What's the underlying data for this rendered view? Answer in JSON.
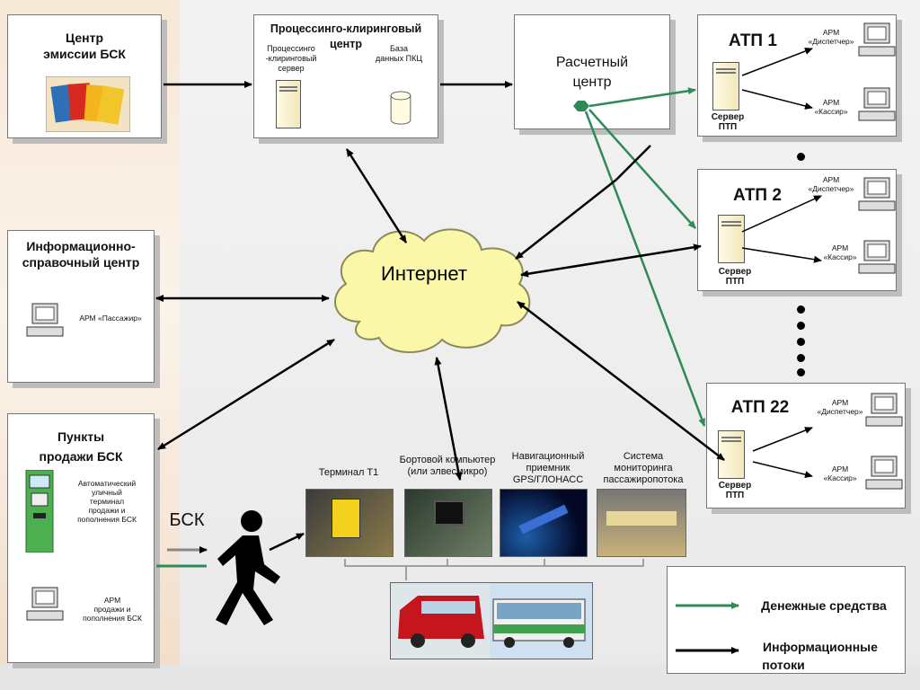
{
  "emission": {
    "title_line1": "Центр",
    "title_line2": "эмиссии БСК"
  },
  "processing": {
    "title_line1": "Процессинго-клиринговый",
    "title_line2": "центр",
    "server_label_1": "Процессинго",
    "server_label_2": "-клиринговый",
    "server_label_3": "сервер",
    "db_label_1": "База",
    "db_label_2": "данных ПКЦ"
  },
  "settlement": {
    "title_line1": "Расчетный",
    "title_line2": "центр"
  },
  "atp": [
    {
      "title": "АТП 1",
      "server_1": "Сервер",
      "server_2": "ПТП",
      "arm1_1": "АРМ",
      "arm1_2": "«Диспетчер»",
      "arm2_1": "АРМ",
      "arm2_2": "«Кассир»"
    },
    {
      "title": "АТП 2",
      "server_1": "Сервер",
      "server_2": "ПТП",
      "arm1_1": "АРМ",
      "arm1_2": "«Диспетчер»",
      "arm2_1": "АРМ",
      "arm2_2": "«Кассир»"
    },
    {
      "title": "АТП 22",
      "server_1": "Сервер",
      "server_2": "ПТП",
      "arm1_1": "АРМ",
      "arm1_2": "«Диспетчер»",
      "arm2_1": "АРМ",
      "arm2_2": "«Кассир»"
    }
  ],
  "info": {
    "title_line1": "Информационно-",
    "title_line2": "справочный центр",
    "arm": "АРМ «Пассажир»"
  },
  "internet": {
    "label": "Интернет"
  },
  "sales": {
    "title_line1": "Пункты",
    "title_line2": "продажи БСК",
    "terminal_1": "Автоматический",
    "terminal_2": "уличный",
    "terminal_3": "терминал",
    "terminal_4": "продажи и",
    "terminal_5": "пополнения БСК",
    "arm_1": "АРМ",
    "arm_2": "продажи и",
    "arm_3": "пополнения БСК"
  },
  "passenger": {
    "label": "БСК"
  },
  "devices": {
    "t1": "Терминал Т1",
    "onboard_1": "Бортовой компьютер",
    "onboard_2": "(или элвесмикро)",
    "nav_1": "Навигационный",
    "nav_2": "приемник",
    "nav_3": "GPS/ГЛОНАСС",
    "mon_1": "Система",
    "mon_2": "мониторинга",
    "mon_3": "пассажиропотока"
  },
  "legend": {
    "money": "Денежные средства",
    "info_1": "Информационные",
    "info_2": "потоки"
  },
  "colors": {
    "money_arrow": "#2e8b57",
    "info_arrow": "#000000",
    "cloud": "#fbf7a8",
    "green_node": "#2e8b57"
  }
}
